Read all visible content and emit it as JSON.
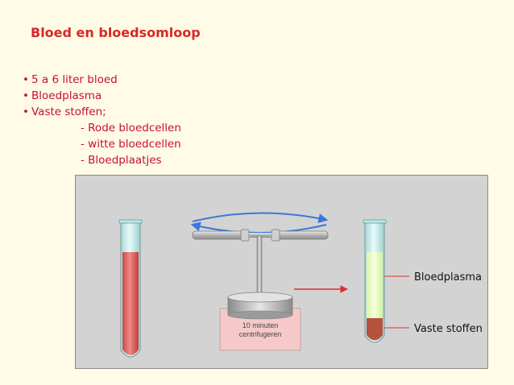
{
  "slide": {
    "title": "Bloed en bloedsomloop",
    "bullets": [
      {
        "text": "5 a 6 liter bloed",
        "level": 0
      },
      {
        "text": "Bloedplasma",
        "level": 0
      },
      {
        "text": "Vaste stoffen;",
        "level": 0
      },
      {
        "text": "- Rode bloedcellen",
        "level": 1
      },
      {
        "text": "- witte bloedcellen",
        "level": 1
      },
      {
        "text": "- Bloedplaatjes",
        "level": 1
      }
    ]
  },
  "diagram": {
    "centrifuge_label_line1": "10 minuten",
    "centrifuge_label_line2": "centrifugeren",
    "label_plasma": "Bloedplasma",
    "label_solids": "Vaste stoffen",
    "colors": {
      "title": "#d62828",
      "bullet_text": "#c8102e",
      "blood": "#e05a5a",
      "plasma": "#eaffc2",
      "sediment": "#b5523d",
      "rotation_arrow": "#3a78d8",
      "process_arrow": "#e03030",
      "label_box": "#f6c9c9"
    }
  }
}
